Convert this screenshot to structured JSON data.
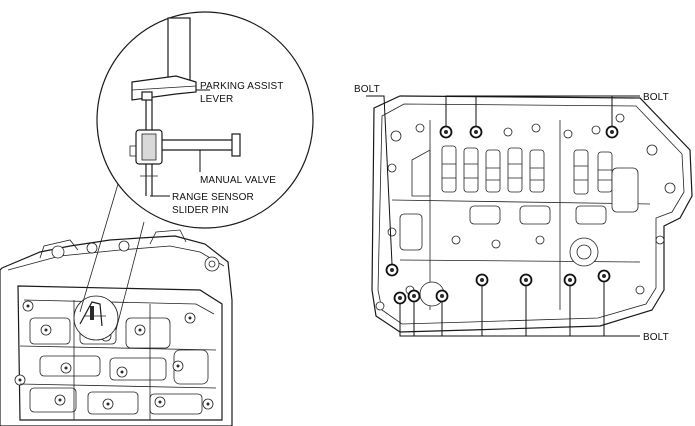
{
  "callout_labels": {
    "parking_assist_lever": "PARKING ASSIST LEVER",
    "parking_assist_lever_line1": "PARKING ASSIST",
    "parking_assist_lever_line2": "LEVER",
    "manual_valve": "MANUAL VALVE",
    "range_sensor_slider_pin_line1": "RANGE SENSOR",
    "range_sensor_slider_pin_line2": "SLIDER PIN"
  },
  "bolt_labels": {
    "top_left": "BOLT",
    "top_right": "BOLT",
    "bottom_right": "BOLT"
  }
}
